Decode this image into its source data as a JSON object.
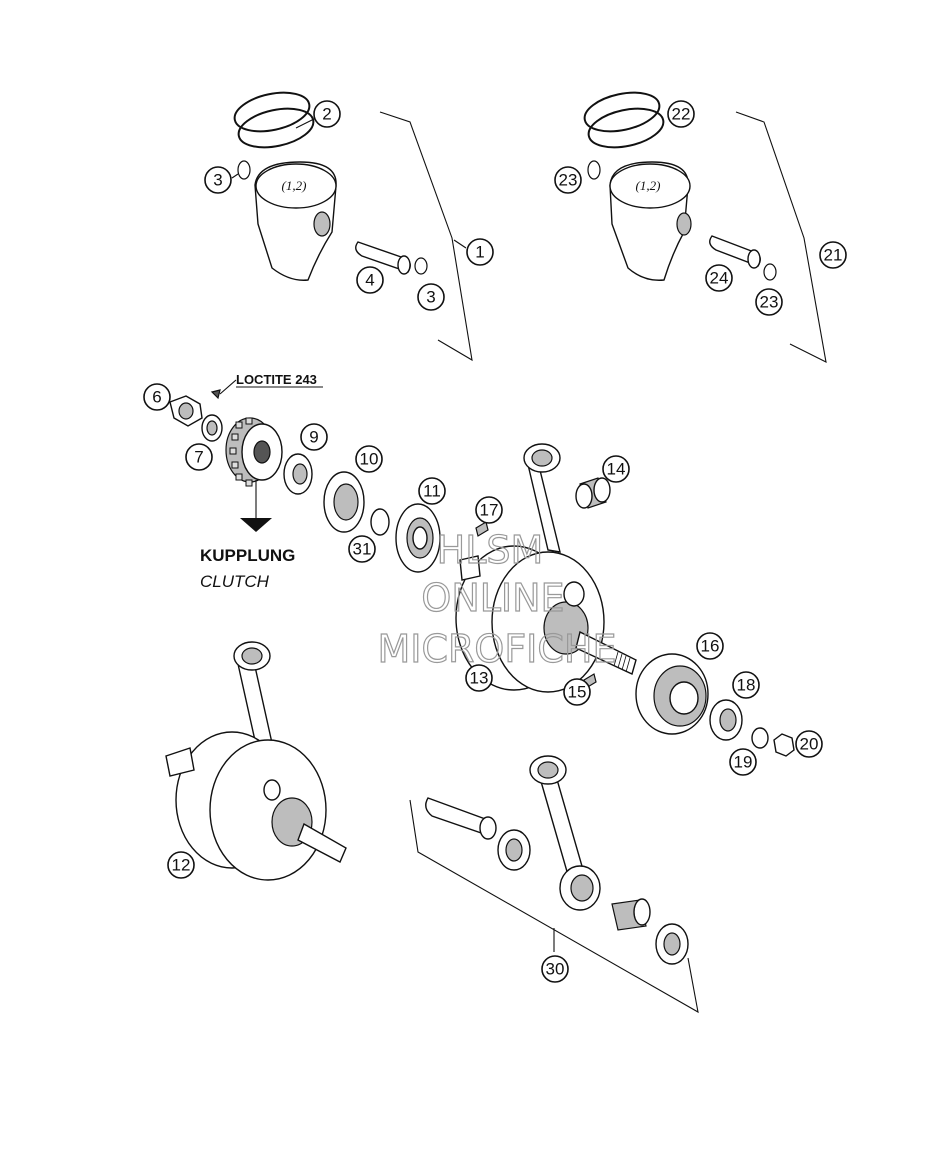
{
  "callouts": {
    "c1": "1",
    "c2": "2",
    "c3a": "3",
    "c3b": "3",
    "c4": "4",
    "c6": "6",
    "c7": "7",
    "c9": "9",
    "c10": "10",
    "c11": "11",
    "c12": "12",
    "c13": "13",
    "c14": "14",
    "c15": "15",
    "c16": "16",
    "c17": "17",
    "c18": "18",
    "c19": "19",
    "c20": "20",
    "c21": "21",
    "c22": "22",
    "c23a": "23",
    "c23b": "23",
    "c24": "24",
    "c30": "30",
    "c31": "31"
  },
  "piston_marks": {
    "left": "(1,2)",
    "right": "(1,2)"
  },
  "note": "LOCTITE 243",
  "clutch": {
    "de": "KUPPLUNG",
    "en": "CLUTCH"
  },
  "watermark": {
    "line1": "HLSM",
    "line2": "ONLINE",
    "line3": "MICROFICHE"
  }
}
